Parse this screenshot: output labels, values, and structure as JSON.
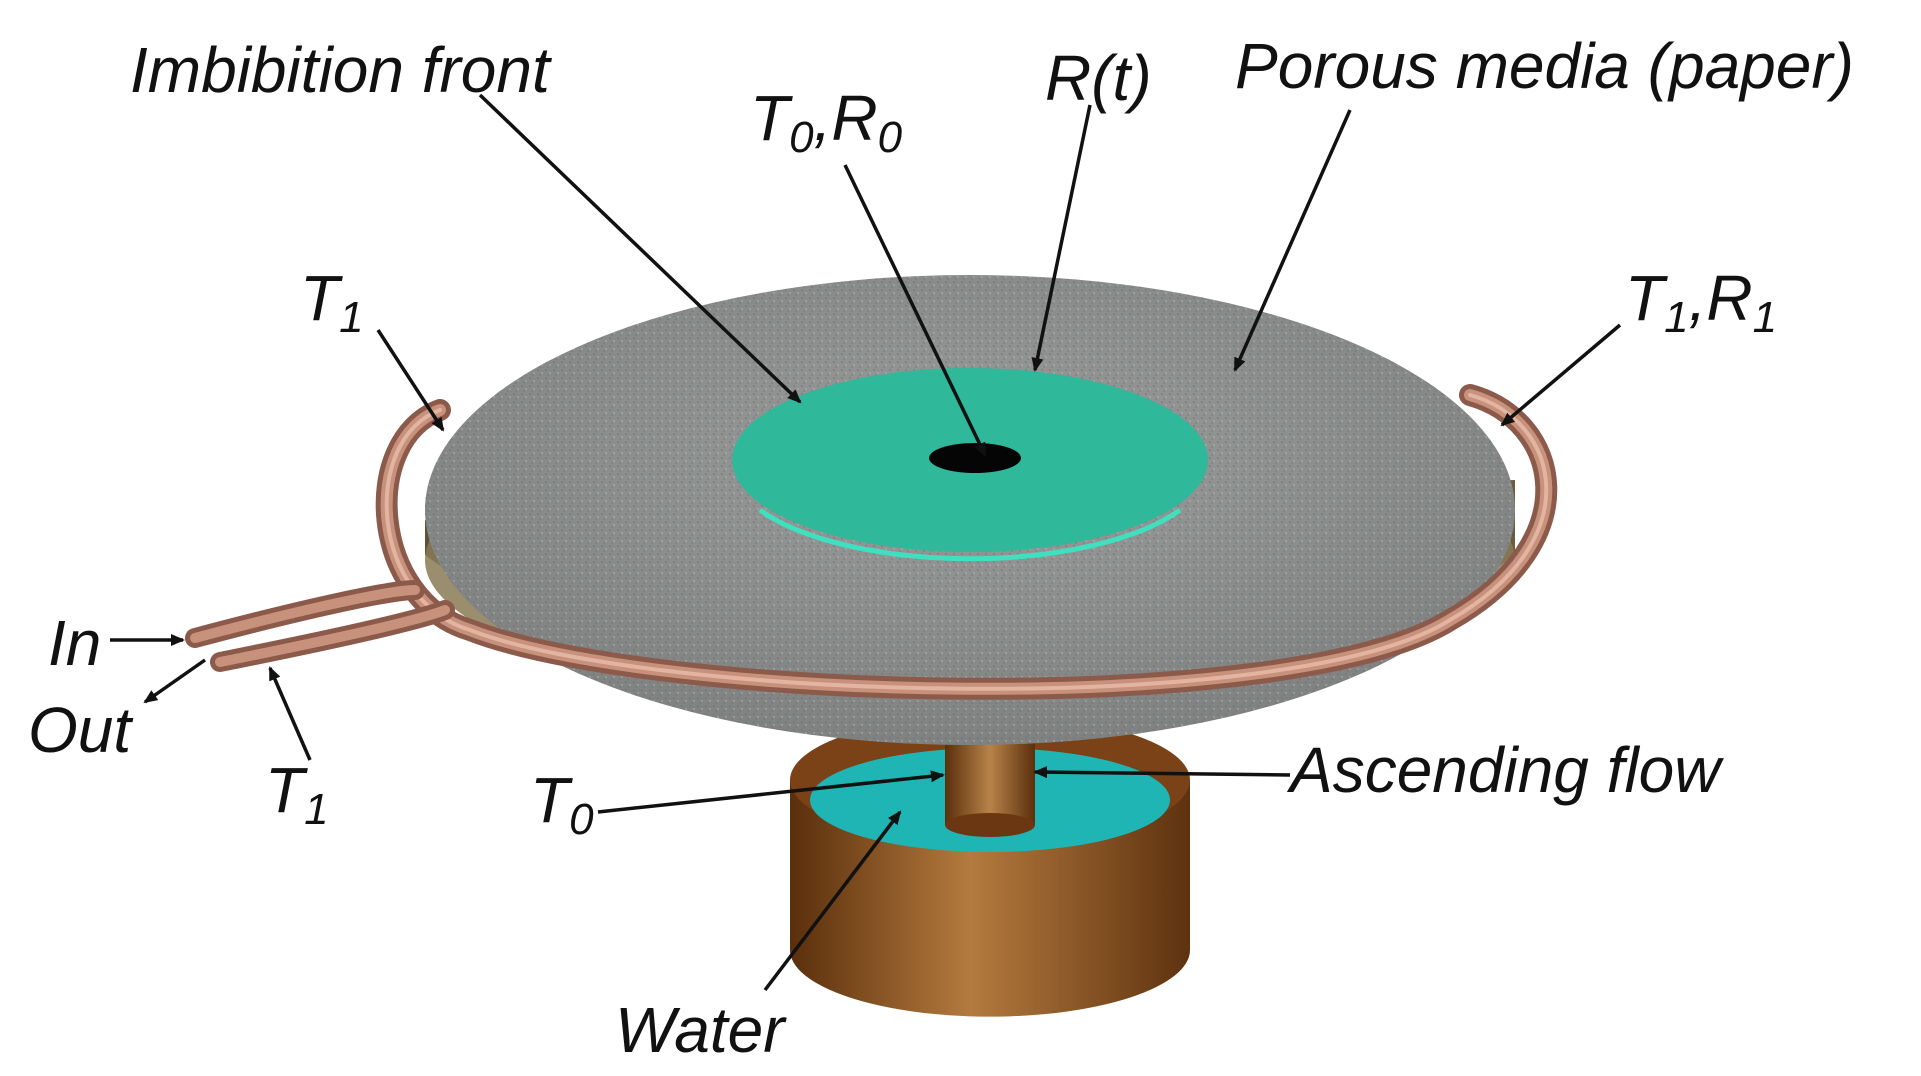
{
  "labels": {
    "imbibition_front": "Imbibition front",
    "porous_media": "Porous media (paper)",
    "radius_t": "R(t)",
    "t1_top_left": {
      "main": "T",
      "sub": "1"
    },
    "t1_r1": {
      "main1": "T",
      "sub1": "1",
      "sep": ",R",
      "sub2": "1"
    },
    "t0_r0": {
      "main1": "T",
      "sub1": "0",
      "sep": ",R",
      "sub2": "0"
    },
    "in": "In",
    "out": "Out",
    "t1_bottom": {
      "main": "T",
      "sub": "1"
    },
    "t0_bottom": {
      "main": "T",
      "sub": "0"
    },
    "ascending_flow": "Ascending flow",
    "water": "Water"
  },
  "colors": {
    "paper": "#8f9291",
    "wet_zone": "#2fb89a",
    "wet_zone_edge": "#3fe0c0",
    "hole": "#050505",
    "disk_rim": "#8a7a55",
    "copper_tube": "#b9826e",
    "reservoir": "#8b4f1d",
    "water": "#1fb5b5",
    "arrow": "#111111"
  },
  "icons": [
    "arrow-icon"
  ]
}
